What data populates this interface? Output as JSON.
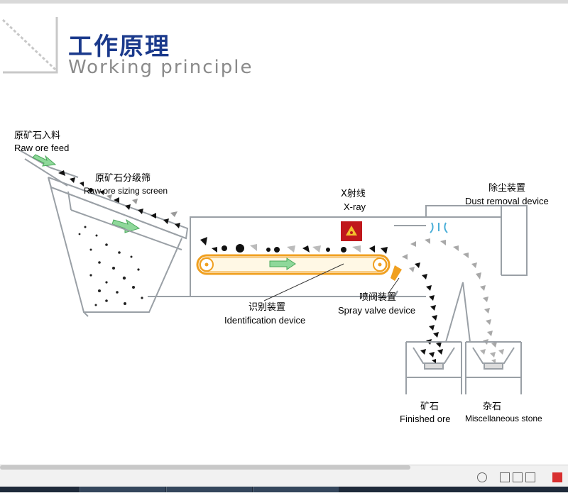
{
  "header": {
    "title_zh": "工作原理",
    "title_en": "Working principle"
  },
  "labels": {
    "raw_feed_zh": "原矿石入料",
    "raw_feed_en": "Raw ore feed",
    "sizing_screen_zh": "原矿石分级筛",
    "sizing_screen_en": "Raw ore sizing screen",
    "xray_zh": "X射线",
    "xray_en": "X-ray",
    "dust_zh": "除尘装置",
    "dust_en": "Dust removal device",
    "ident_zh": "识别装置",
    "ident_en": "Identification device",
    "spray_zh": "喷阀装置",
    "spray_en": "Spray valve device",
    "finished_zh": "矿石",
    "finished_en": "Finished ore",
    "misc_zh": "杂石",
    "misc_en": "Miscellaneous stone"
  },
  "colors": {
    "title_blue": "#1b3a8c",
    "belt_orange": "#f0a020",
    "xray_red": "#c0181c",
    "arrow_green": "#8fd89a",
    "line_gray": "#9aa0a6"
  }
}
